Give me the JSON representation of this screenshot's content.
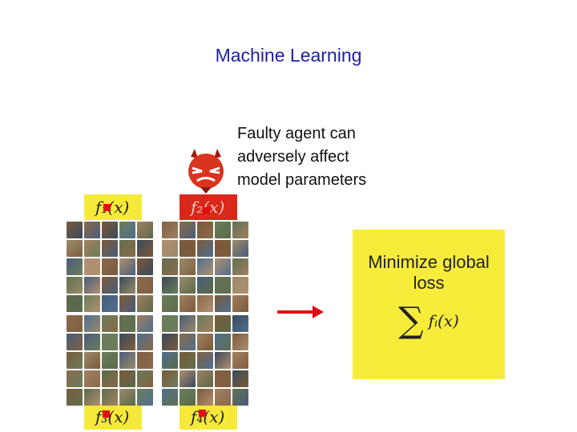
{
  "title": "Machine Learning",
  "callout": {
    "lines": [
      "Faulty agent can",
      "adversely affect",
      "model parameters"
    ]
  },
  "agents": [
    {
      "label": "f₁(x)",
      "faulty": false
    },
    {
      "label": "f₂(x)",
      "faulty": true
    },
    {
      "label": "f₃(x)",
      "faulty": false
    },
    {
      "label": "f₄(x)",
      "faulty": false
    }
  ],
  "objective": {
    "lines": [
      "Minimize global",
      "loss"
    ],
    "sum_symbol": "∑",
    "expression": "fᵢ(x)"
  },
  "colors": {
    "label_bg": "#f7e93a",
    "faulty_label_bg": "#d9281b",
    "marker": "#e01010",
    "arrow": "#e01010",
    "title": "#1f1f9e",
    "objective_bg": "#f7ec3a"
  }
}
